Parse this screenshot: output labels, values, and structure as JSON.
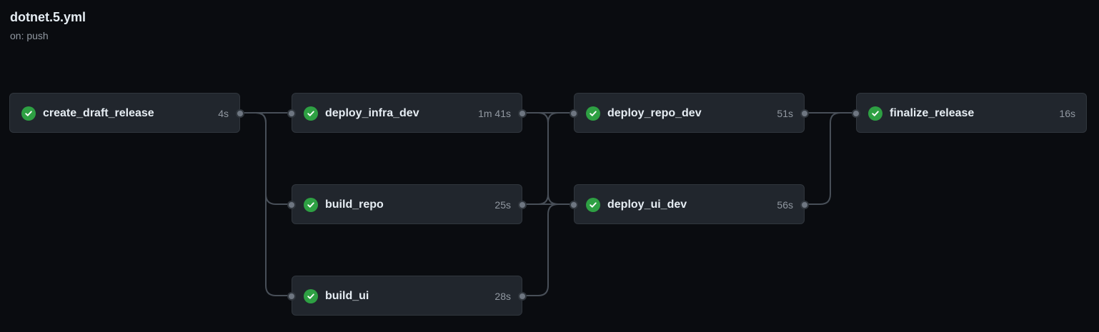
{
  "workflow": {
    "title": "dotnet.5.yml",
    "trigger": "on: push"
  },
  "colors": {
    "success": "#2ea043",
    "edge": "#484f58",
    "card": "#21262d"
  },
  "jobs": [
    {
      "name": "create_draft_release",
      "duration": "4s",
      "status": "success"
    },
    {
      "name": "deploy_infra_dev",
      "duration": "1m 41s",
      "status": "success"
    },
    {
      "name": "build_repo",
      "duration": "25s",
      "status": "success"
    },
    {
      "name": "build_ui",
      "duration": "28s",
      "status": "success"
    },
    {
      "name": "deploy_repo_dev",
      "duration": "51s",
      "status": "success"
    },
    {
      "name": "deploy_ui_dev",
      "duration": "56s",
      "status": "success"
    },
    {
      "name": "finalize_release",
      "duration": "16s",
      "status": "success"
    }
  ],
  "dependencies": [
    [
      "create_draft_release",
      "deploy_infra_dev"
    ],
    [
      "create_draft_release",
      "build_repo"
    ],
    [
      "create_draft_release",
      "build_ui"
    ],
    [
      "deploy_infra_dev",
      "deploy_repo_dev"
    ],
    [
      "deploy_infra_dev",
      "deploy_ui_dev"
    ],
    [
      "build_repo",
      "deploy_repo_dev"
    ],
    [
      "build_repo",
      "deploy_ui_dev"
    ],
    [
      "build_ui",
      "deploy_ui_dev"
    ],
    [
      "deploy_repo_dev",
      "finalize_release"
    ],
    [
      "deploy_ui_dev",
      "finalize_release"
    ]
  ]
}
